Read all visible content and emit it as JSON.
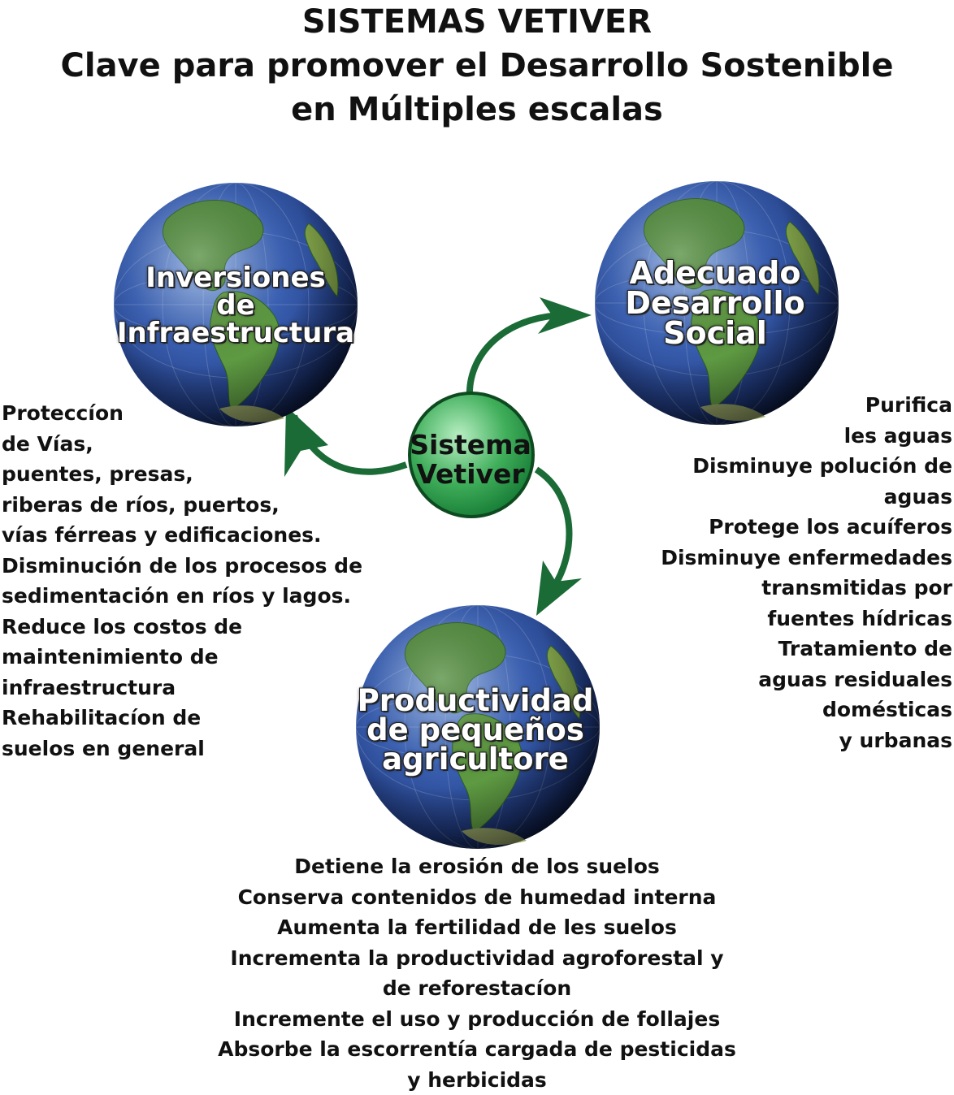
{
  "title": {
    "line1": "SISTEMAS VETIVER",
    "line2": "Clave para promover el Desarrollo Sostenible",
    "line3": "en Múltiples escalas"
  },
  "center": {
    "line1": "Sistema",
    "line2": "Vetiver"
  },
  "globes": {
    "infra": {
      "lines": [
        "Inversiones",
        "de",
        "Infraestructura"
      ]
    },
    "social": {
      "lines": [
        "Adecuado",
        "Desarrollo",
        "Social"
      ]
    },
    "agri": {
      "lines": [
        "Productividad",
        "de pequeños",
        "agricultore"
      ]
    }
  },
  "lists": {
    "infra": [
      "Proteccíon",
      "de Vías,",
      "puentes, presas,",
      "riberas de ríos, puertos,",
      "vías férreas y edificaciones.",
      "Disminución de los procesos de",
      "sedimentación en ríos y lagos.",
      "Reduce los costos de",
      "maintenimiento de",
      "infraestructura",
      "Rehabilitacíon de",
      "suelos en general"
    ],
    "social": [
      "Purifica",
      "les aguas",
      "Disminuye polución de",
      "aguas",
      "Protege los acuíferos",
      "Disminuye enfermedades",
      "transmitidas por",
      "fuentes hídricas",
      "Tratamiento de",
      "aguas residuales",
      "domésticas",
      "y urbanas"
    ],
    "agri": [
      "Detiene la erosión de los suelos",
      "Conserva contenidos de humedad interna",
      "Aumenta la fertilidad de les suelos",
      "Incrementa la productividad agroforestal y",
      "de reforestacíon",
      "Incremente el uso y producción de follajes",
      "Absorbe la escorrentía cargada de pesticidas",
      "y herbicidas"
    ]
  },
  "colors": {
    "arrow": "#1a6b35",
    "center_fill": "#3fae5a",
    "globe_ocean": "#2a4f9c"
  }
}
